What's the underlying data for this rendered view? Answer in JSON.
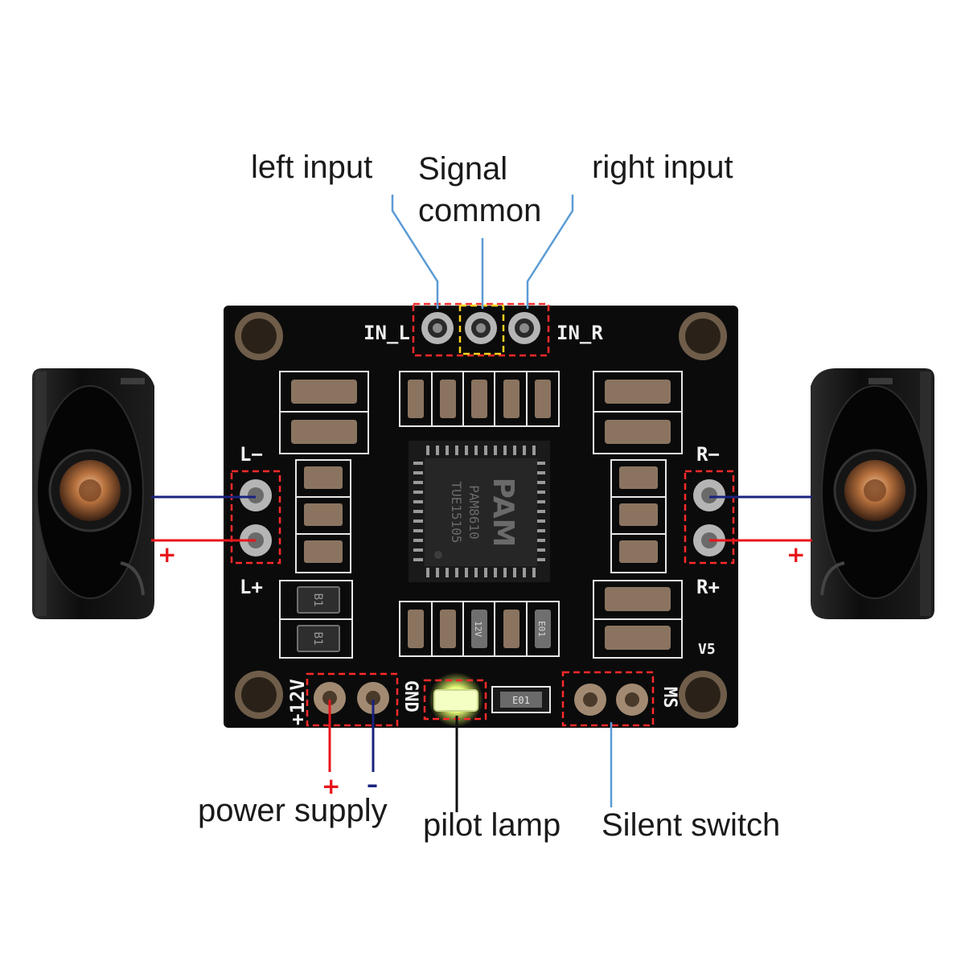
{
  "callouts": {
    "left_input": "left input",
    "signal_common_line1": "Signal",
    "signal_common_line2": "common",
    "right_input": "right input",
    "power_supply": "power supply",
    "pilot_lamp": "pilot lamp",
    "silent_switch": "Silent switch"
  },
  "polarity": {
    "plus": "+",
    "minus": "–"
  },
  "board": {
    "in_l": "IN_L",
    "in_r": "IN_R",
    "l_minus": "L−",
    "l_plus": "L+",
    "r_minus": "R−",
    "r_plus": "R+",
    "v12": "+12V",
    "gnd": "GND",
    "mute": "MS",
    "version": "V5",
    "chip_logo": "PAM",
    "chip_part": "PAM8610",
    "chip_code": "TUE15105",
    "diode_mark": "B1",
    "cap_mark_1": "12V",
    "cap_mark_2": "E01",
    "lamp_res_mark": "E01"
  },
  "colors": {
    "board": "#0b0b0b",
    "pad": "#d8d8d8",
    "smd": "#8a7460",
    "callout_line": "#5b9bd5",
    "red_wire": "#e8141b",
    "blue_wire": "#1a237e",
    "box_dash": "#ff2a2a",
    "yellow_dash": "#ffd21f",
    "led": "#e8ff7a"
  }
}
